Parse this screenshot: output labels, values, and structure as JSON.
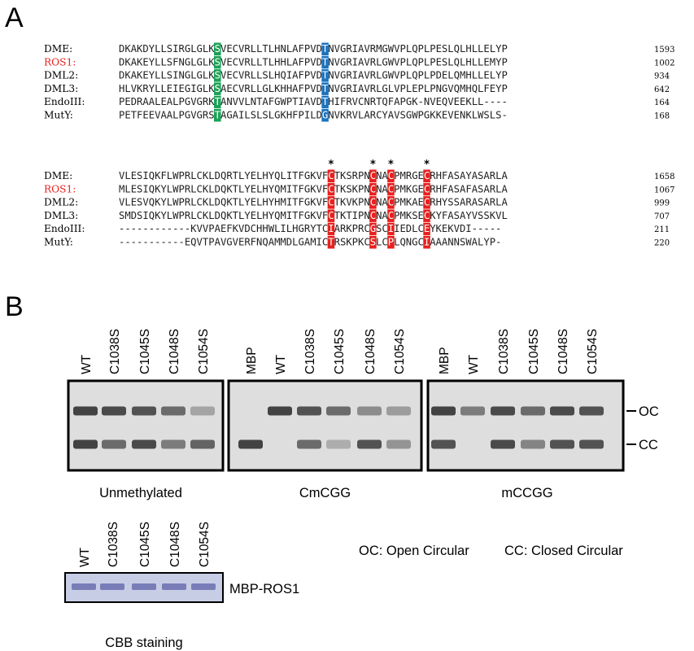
{
  "panels": {
    "a": "A",
    "b": "B"
  },
  "alignment": {
    "block1": [
      {
        "name": "DME:",
        "seq": "DKAKDYLLSIRGLGLKSVECVRLLTLHNLAFPVDTNVGRIAVRMGWVPLQPLPESLQLHLLELYP",
        "end": "1593",
        "red": false
      },
      {
        "name": "ROS1:",
        "seq": "DKAKEYLLSFNGLGLKSVECVRLLTLHHLAFPVDTNVGRIAVRLGWVPLQPLPESLQLHLLEMYP",
        "end": "1002",
        "red": true
      },
      {
        "name": "DML2:",
        "seq": "DKAKEYLLSINGLGLKSVECVRLLSLHQIAFPVDTNVGRIAVRLGWVPLQPLPDELQMHLLELYP",
        "end": "934",
        "red": false
      },
      {
        "name": "DML3:",
        "seq": "HLVKRYLLEIEGIGLKSAECVRLLGLKHHAFPVDTNVGRIAVRLGLVPLEPLPNGVQMHQLFEYP",
        "end": "642",
        "red": false
      },
      {
        "name": "EndoIII:",
        "seq": "PEDRAALEALPGVGRKTANVVLNTAFGWPTIAVDTHIFRVCNRTQFAPGK-NVEQVEEKLL----",
        "end": "164",
        "red": false
      },
      {
        "name": "MutY:",
        "seq": "PETFEEVAALPGVGRSTAGAILSLSLGKHFPILDGNVKRVLARCYAVSGWPGKKEVENKLWSLS-",
        "end": "168",
        "red": false
      }
    ],
    "block2": [
      {
        "name": "DME:",
        "seq": "VLESIQKFLWPRLCKLDQRTLYELHYQLITFGKVFCTKSRPNCNACPMRGECRHFASAYASARLA",
        "end": "1658",
        "red": false
      },
      {
        "name": "ROS1:",
        "seq": "MLESIQKYLWPRLCKLDQKTLYELHYQMITFGKVFCTKSKPNCNACPMKGECRHFASAFASARLA",
        "end": "1067",
        "red": true
      },
      {
        "name": "DML2:",
        "seq": "VLESVQKYLWPRLCKLDQKTLYELHYHMITFGKVFCTKVKPNCNACPMKAECRHYSSARASARLA",
        "end": "999",
        "red": false
      },
      {
        "name": "DML3:",
        "seq": "SMDSIQKYLWPRLCKLDQKTLYELHYQMITFGKVFCTKTIPNCNACPMKSECKYFASAYVSSKVL",
        "end": "707",
        "red": false
      },
      {
        "name": "EndoIII:",
        "seq": "------------KVVPAEFKVDCHHWLILHGRYTCIARKPRCGSCIIEDLCEYKEKVDI-----",
        "end": "211",
        "red": false
      },
      {
        "name": "MutY:",
        "seq": "-----------EQVTPAVGVERFNQAMMDLGAMICTRSKPKCSLCPLQNGCIAAANNSWALYP-",
        "end": "220",
        "red": false
      }
    ],
    "stars": [
      "*",
      "*",
      "*",
      "*"
    ],
    "highlights": {
      "k_color": "#1aa357",
      "d_color": "#1a73bf",
      "c_color": "#e8201e"
    }
  },
  "gels": [
    {
      "title": "Unmethylated",
      "lanes": [
        "WT",
        "C1038S",
        "C1045S",
        "C1048S",
        "C1054S"
      ]
    },
    {
      "title": "CmCGG",
      "lanes": [
        "MBP",
        "WT",
        "C1038S",
        "C1045S",
        "C1048S",
        "C1054S"
      ]
    },
    {
      "title": "mCCGG",
      "lanes": [
        "MBP",
        "WT",
        "C1038S",
        "C1045S",
        "C1048S",
        "C1054S"
      ]
    }
  ],
  "band_labels": {
    "oc": "OC",
    "cc": "CC"
  },
  "legend": {
    "oc": "OC: Open Circular",
    "cc": "CC: Closed Circular"
  },
  "cbb": {
    "lanes": [
      "WT",
      "C1038S",
      "C1045S",
      "C1048S",
      "C1054S"
    ],
    "band_label": "MBP-ROS1",
    "caption": "CBB staining"
  },
  "colors": {
    "ros1_label": "#e8201e",
    "gel_bg": "#dedede",
    "band": "#3a3a3a",
    "cbb_bg": "#c8cde6",
    "cbb_band": "#5d62a8"
  }
}
